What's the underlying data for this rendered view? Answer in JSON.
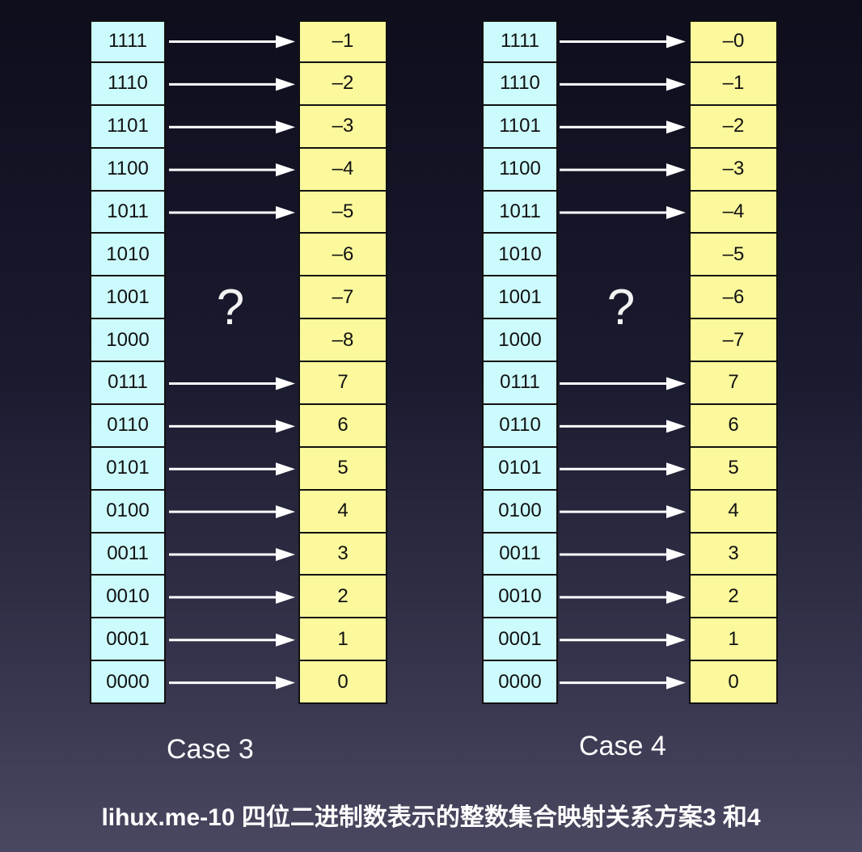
{
  "case3": {
    "label": "Case 3",
    "question": "?",
    "bits": [
      "1111",
      "1110",
      "1101",
      "1100",
      "1011",
      "1010",
      "1001",
      "1000",
      "0111",
      "0110",
      "0101",
      "0100",
      "0011",
      "0010",
      "0001",
      "0000"
    ],
    "values": [
      "–1",
      "–2",
      "–3",
      "–4",
      "–5",
      "–6",
      "–7",
      "–8",
      "7",
      "6",
      "5",
      "4",
      "3",
      "2",
      "1",
      "0"
    ],
    "mapped_rows": [
      0,
      1,
      2,
      3,
      4,
      8,
      9,
      10,
      11,
      12,
      13,
      14,
      15
    ]
  },
  "case4": {
    "label": "Case 4",
    "question": "?",
    "bits": [
      "1111",
      "1110",
      "1101",
      "1100",
      "1011",
      "1010",
      "1001",
      "1000",
      "0111",
      "0110",
      "0101",
      "0100",
      "0011",
      "0010",
      "0001",
      "0000"
    ],
    "values": [
      "–0",
      "–1",
      "–2",
      "–3",
      "–4",
      "–5",
      "–6",
      "–7",
      "7",
      "6",
      "5",
      "4",
      "3",
      "2",
      "1",
      "0"
    ],
    "mapped_rows": [
      0,
      1,
      2,
      3,
      4,
      8,
      9,
      10,
      11,
      12,
      13,
      14,
      15
    ]
  },
  "caption": "lihux.me-10 四位二进制数表示的整数集合映射关系方案3 和4",
  "colors": {
    "bit_cell": "#ccfbfd",
    "value_cell": "#fbf99c",
    "arrow": "#ffffff"
  }
}
